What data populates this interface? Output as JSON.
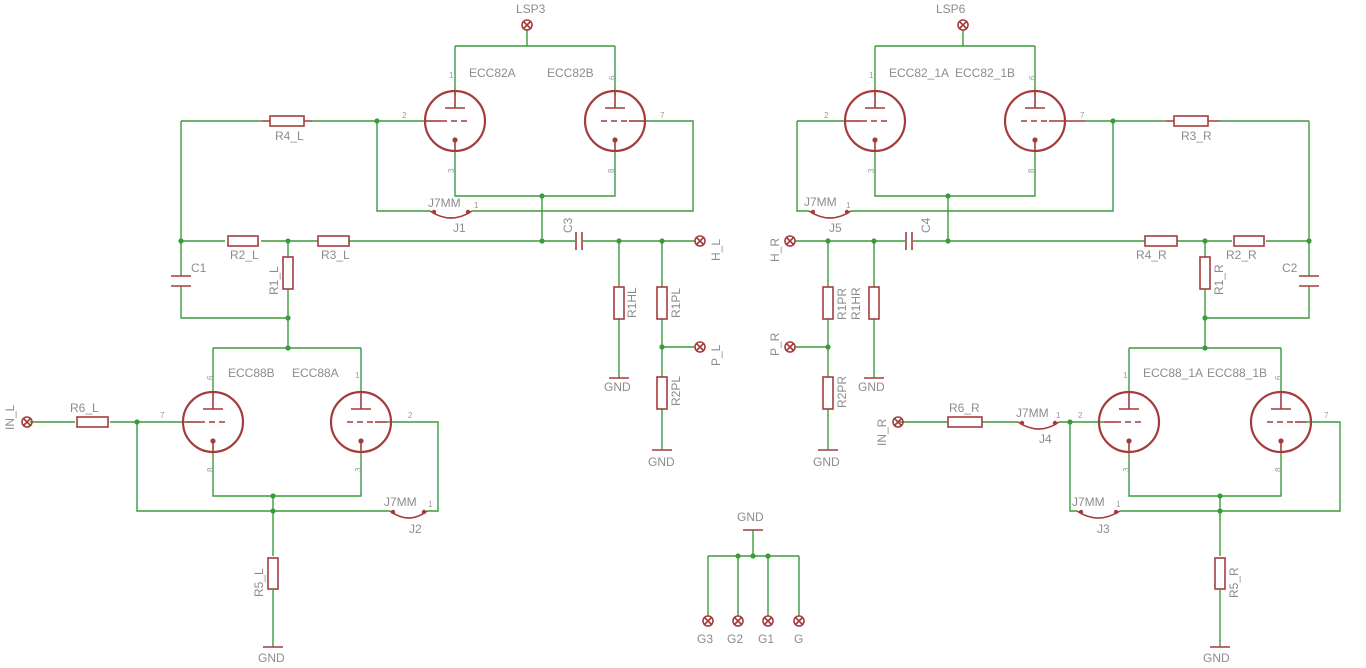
{
  "tubes": {
    "ecc82a": "ECC82A",
    "ecc82b": "ECC82B",
    "ecc82_1a": "ECC82_1A",
    "ecc82_1b": "ECC82_1B",
    "ecc88b": "ECC88B",
    "ecc88a": "ECC88A",
    "ecc88_1a": "ECC88_1A",
    "ecc88_1b": "ECC88_1B"
  },
  "resistors": {
    "r4_l": "R4_L",
    "r2_l": "R2_L",
    "r3_l": "R3_L",
    "r1_l": "R1_L",
    "r6_l": "R6_L",
    "r5_l": "R5_L",
    "r1hl": "R1HL",
    "r1pl": "R1PL",
    "r2pl": "R2PL",
    "r3_r": "R3_R",
    "r4_r": "R4_R",
    "r2_r": "R2_R",
    "r1_r": "R1_R",
    "r6_r": "R6_R",
    "r5_r": "R5_R",
    "r1pr": "R1PR",
    "r1hr": "R1HR",
    "r2pr": "R2PR"
  },
  "capacitors": {
    "c1": "C1",
    "c2": "C2",
    "c3": "C3",
    "c4": "C4"
  },
  "jumpers": {
    "j1": "J1",
    "j2": "J2",
    "j3": "J3",
    "j4": "J4",
    "j5": "J5",
    "type": "J7MM"
  },
  "connectors": {
    "lsp3": "LSP3",
    "lsp6": "LSP6",
    "h_l": "H_L",
    "p_l": "P_L",
    "h_r": "H_R",
    "p_r": "P_R",
    "in_l": "IN_L",
    "in_r": "IN_R",
    "g3": "G3",
    "g2": "G2",
    "g1": "G1",
    "g": "G"
  },
  "supply": {
    "gnd": "GND"
  },
  "pins": {
    "p1": "1",
    "p2": "2",
    "p3": "3",
    "p6": "6",
    "p7": "7",
    "p8": "8"
  },
  "colors": {
    "wire": "#3c9a3c",
    "part": "#a43c3c",
    "text": "#8c8c8c"
  }
}
